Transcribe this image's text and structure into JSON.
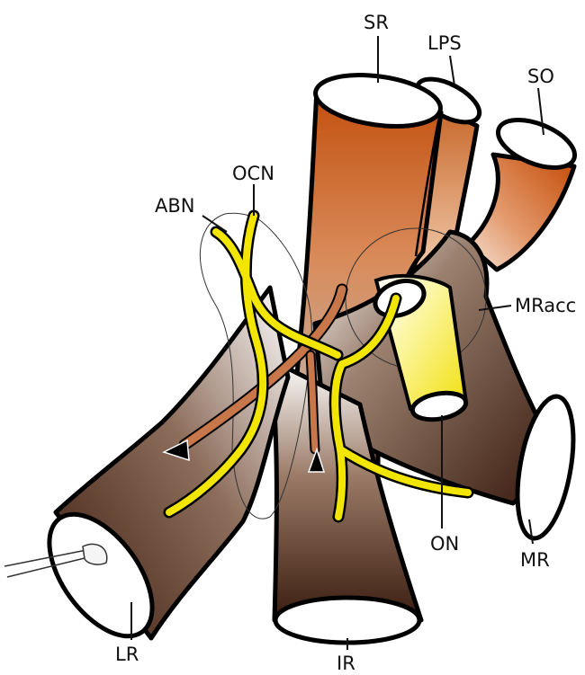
{
  "figure": {
    "labels": {
      "sr": "SR",
      "lps": "LPS",
      "so": "SO",
      "ocn": "OCN",
      "abn": "ABN",
      "mracc": "MRacc",
      "on": "ON",
      "mr": "MR",
      "lr": "LR",
      "ir": "IR"
    }
  }
}
